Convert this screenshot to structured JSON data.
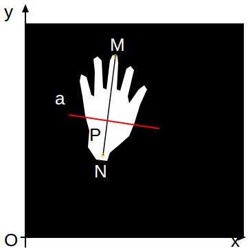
{
  "diagram": {
    "labels": [
      "y",
      "x",
      "O",
      "M",
      "N",
      "P",
      "a"
    ]
  }
}
